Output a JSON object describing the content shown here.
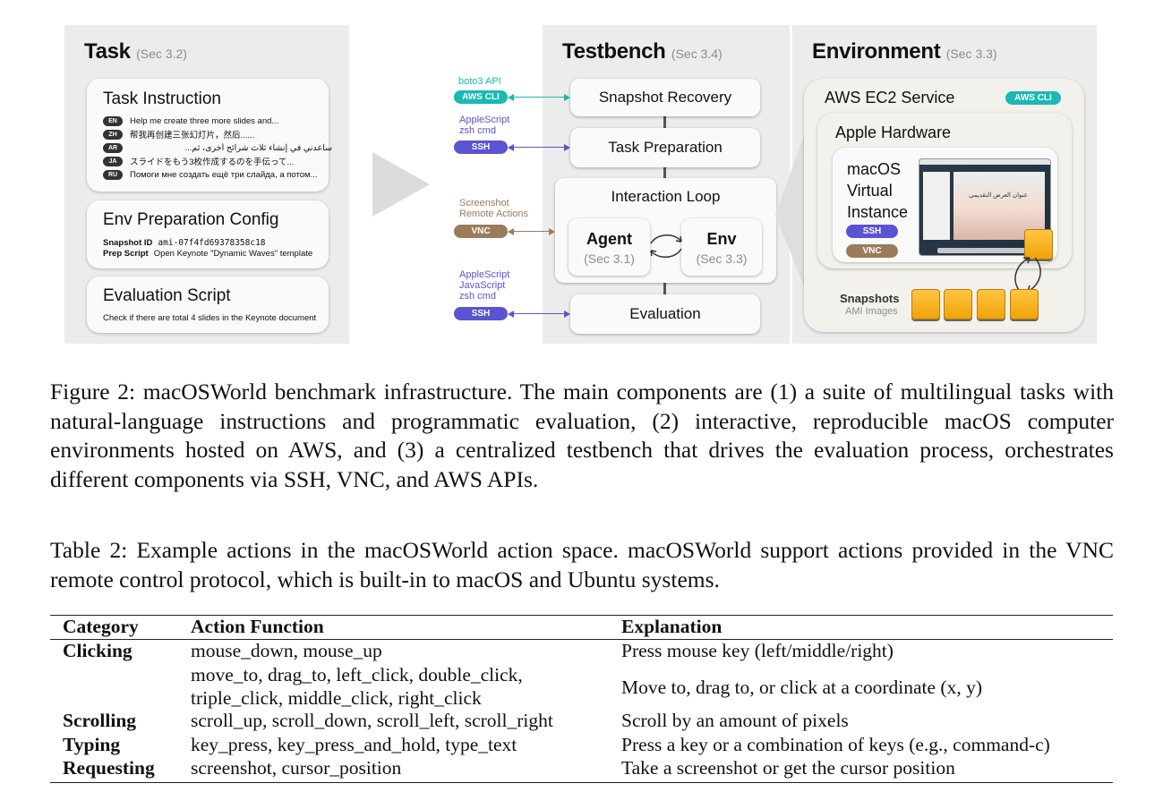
{
  "figure": {
    "task": {
      "title": "Task",
      "sec": "(Sec 3.2)",
      "instruction_title": "Task Instruction",
      "languages": [
        {
          "code": "EN",
          "text": "Help me create three more slides and..."
        },
        {
          "code": "ZH",
          "text": "帮我再创建三张幻灯片，然后......"
        },
        {
          "code": "AR",
          "text": "ساعدني في إنشاء ثلاث شرائح أخرى، ثم..."
        },
        {
          "code": "JA",
          "text": "スライドをもう3枚作成するのを手伝って..."
        },
        {
          "code": "RU",
          "text": "Помоги мне создать ещё три слайда, а потом..."
        }
      ],
      "env_title": "Env Preparation Config",
      "snapshot_label": "Snapshot ID",
      "snapshot_value": "ami-07f4fd69378358c18",
      "prep_label": "Prep Script",
      "prep_value": "Open Keynote \"Dynamic Waves\" template",
      "eval_title": "Evaluation Script",
      "eval_text": "Check if there are total 4 slides in the Keynote document"
    },
    "testbench": {
      "title": "Testbench",
      "sec": "(Sec 3.4)",
      "snapshot_recovery": "Snapshot Recovery",
      "task_preparation": "Task Preparation",
      "interaction_loop": "Interaction Loop",
      "agent": "Agent",
      "agent_sec": "(Sec 3.1)",
      "env": "Env",
      "env_sec": "(Sec 3.3)",
      "evaluation": "Evaluation"
    },
    "protocols": [
      {
        "label": "boto3 API",
        "pill": "AWS CLI"
      },
      {
        "label": "AppleScript\nzsh cmd",
        "pill": "SSH"
      },
      {
        "label": "Screenshot\nRemote Actions",
        "pill": "VNC"
      },
      {
        "label": "AppleScript\nJavaScript\nzsh cmd",
        "pill": "SSH"
      }
    ],
    "environment": {
      "title": "Environment",
      "sec": "(Sec 3.3)",
      "ec2": "AWS EC2 Service",
      "ec2_pill": "AWS CLI",
      "hardware": "Apple Hardware",
      "instance_line1": "macOS",
      "instance_line2": "Virtual",
      "instance_line3": "Instance",
      "ssh_pill": "SSH",
      "vnc_pill": "VNC",
      "slide_text": "عنوان العرض التقديمي",
      "snapshots": "Snapshots",
      "ami_images": "AMI Images"
    },
    "colors": {
      "teal": "#1bb8b4",
      "purple": "#5a53d2",
      "brown": "#9a7b5a"
    }
  },
  "figure_caption": "Figure 2: macOSWorld benchmark infrastructure. The main components are (1) a suite of multilingual tasks with natural-language instructions and programmatic evaluation, (2) interactive, reproducible macOS computer environments hosted on AWS, and (3) a centralized testbench that drives the evaluation process, orchestrates different components via SSH, VNC, and AWS APIs.",
  "table_caption": "Table 2: Example actions in the macOSWorld action space. macOSWorld support actions provided in the VNC remote control protocol, which is built-in to macOS and Ubuntu systems.",
  "table": {
    "headers": [
      "Category",
      "Action Function",
      "Explanation"
    ],
    "rows": [
      {
        "category": "Clicking",
        "function": "mouse_down, mouse_up",
        "explanation": "Press mouse key (left/middle/right)"
      },
      {
        "category": "",
        "function": "move_to, drag_to, left_click, double_click,",
        "function2": "triple_click, middle_click, right_click",
        "explanation": "Move to, drag to, or click at a coordinate (x, y)"
      },
      {
        "category": "Scrolling",
        "function": "scroll_up, scroll_down, scroll_left, scroll_right",
        "explanation": "Scroll by an amount of pixels"
      },
      {
        "category": "Typing",
        "function": "key_press, key_press_and_hold, type_text",
        "explanation": "Press a key or a combination of keys (e.g., command-c)"
      },
      {
        "category": "Requesting",
        "function": "screenshot, cursor_position",
        "explanation": "Take a screenshot or get the cursor position"
      }
    ]
  }
}
